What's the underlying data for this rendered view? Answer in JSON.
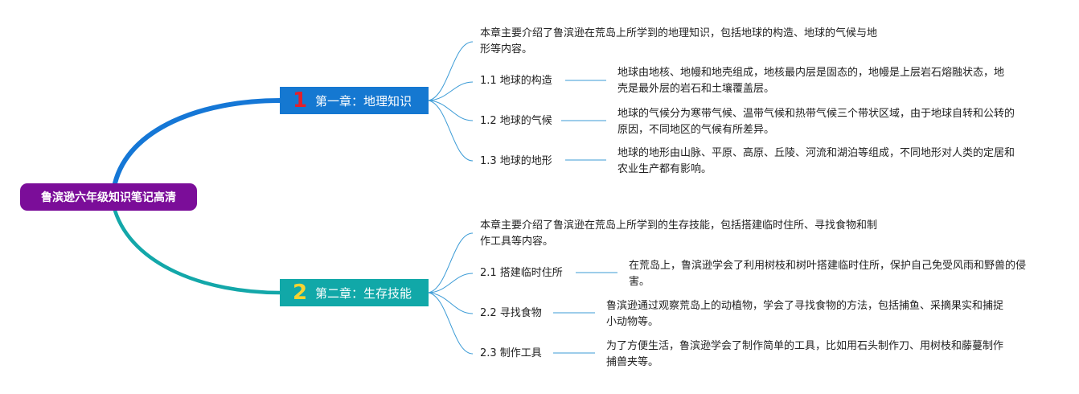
{
  "colors": {
    "root_bg": "#7b0d99",
    "chapter1_bg": "#1578d1",
    "chapter2_bg": "#11a8a8",
    "branch_blue": "#1577d6",
    "branch_teal": "#13a7a9",
    "num1": "#e2202c",
    "num2": "#f7d330",
    "leaf_line": "#3b9bd6"
  },
  "root": {
    "title": "鲁滨逊六年级知识笔记高清"
  },
  "chapters": [
    {
      "number": "1",
      "title": "第一章：地理知识",
      "summary": "本章主要介绍了鲁滨逊在荒岛上所学到的地理知识，包括地球的构造、地球的气候与地形等内容。",
      "sections": [
        {
          "label": "1.1 地球的构造",
          "detail": "地球由地核、地幔和地壳组成，地核最内层是固态的，地幔是上层岩石熔融状态，地壳是最外层的岩石和土壤覆盖层。"
        },
        {
          "label": "1.2 地球的气候",
          "detail": "地球的气候分为寒带气候、温带气候和热带气候三个带状区域，由于地球自转和公转的原因，不同地区的气候有所差异。"
        },
        {
          "label": "1.3 地球的地形",
          "detail": "地球的地形由山脉、平原、高原、丘陵、河流和湖泊等组成，不同地形对人类的定居和农业生产都有影响。"
        }
      ]
    },
    {
      "number": "2",
      "title": "第二章：生存技能",
      "summary": "本章主要介绍了鲁滨逊在荒岛上所学到的生存技能，包括搭建临时住所、寻找食物和制作工具等内容。",
      "sections": [
        {
          "label": "2.1 搭建临时住所",
          "detail": "在荒岛上，鲁滨逊学会了利用树枝和树叶搭建临时住所，保护自己免受风雨和野兽的侵害。"
        },
        {
          "label": "2.2 寻找食物",
          "detail": "鲁滨逊通过观察荒岛上的动植物，学会了寻找食物的方法，包括捕鱼、采摘果实和捕捉小动物等。"
        },
        {
          "label": "2.3 制作工具",
          "detail": "为了方便生活，鲁滨逊学会了制作简单的工具，比如用石头制作刀、用树枝和藤蔓制作捕兽夹等。"
        }
      ]
    }
  ]
}
